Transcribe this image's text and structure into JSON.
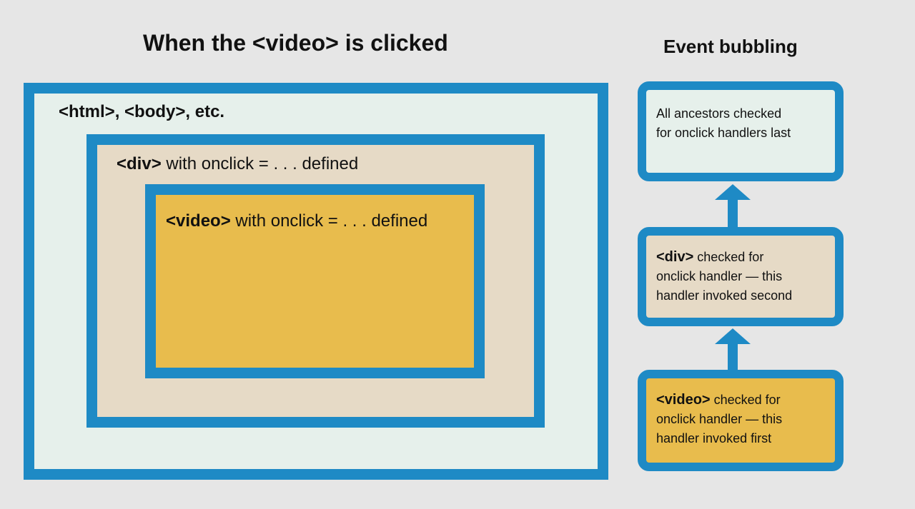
{
  "diagram": {
    "title": "When the <video> is clicked",
    "side_title": "Event bubbling",
    "nested": {
      "outer_label": "<html>, <body>, etc.",
      "middle_tag": "<div>",
      "middle_text": " with onclick = . . . defined",
      "inner_tag": "<video>",
      "inner_text": " with onclick = . . . defined"
    },
    "steps": [
      {
        "tag": "",
        "lines": [
          "All ancestors checked",
          "for onclick handlers last"
        ]
      },
      {
        "tag": "<div>",
        "lines": [
          " checked for",
          "onclick handler — this",
          "handler invoked second"
        ]
      },
      {
        "tag": "<video>",
        "lines": [
          " checked for",
          "onclick handler — this",
          "handler invoked first"
        ]
      }
    ],
    "colors": {
      "border": "#1e8ac5",
      "outer_fill": "#e6f0eb",
      "middle_fill": "#e6dac6",
      "inner_fill": "#e8bc4d"
    }
  }
}
